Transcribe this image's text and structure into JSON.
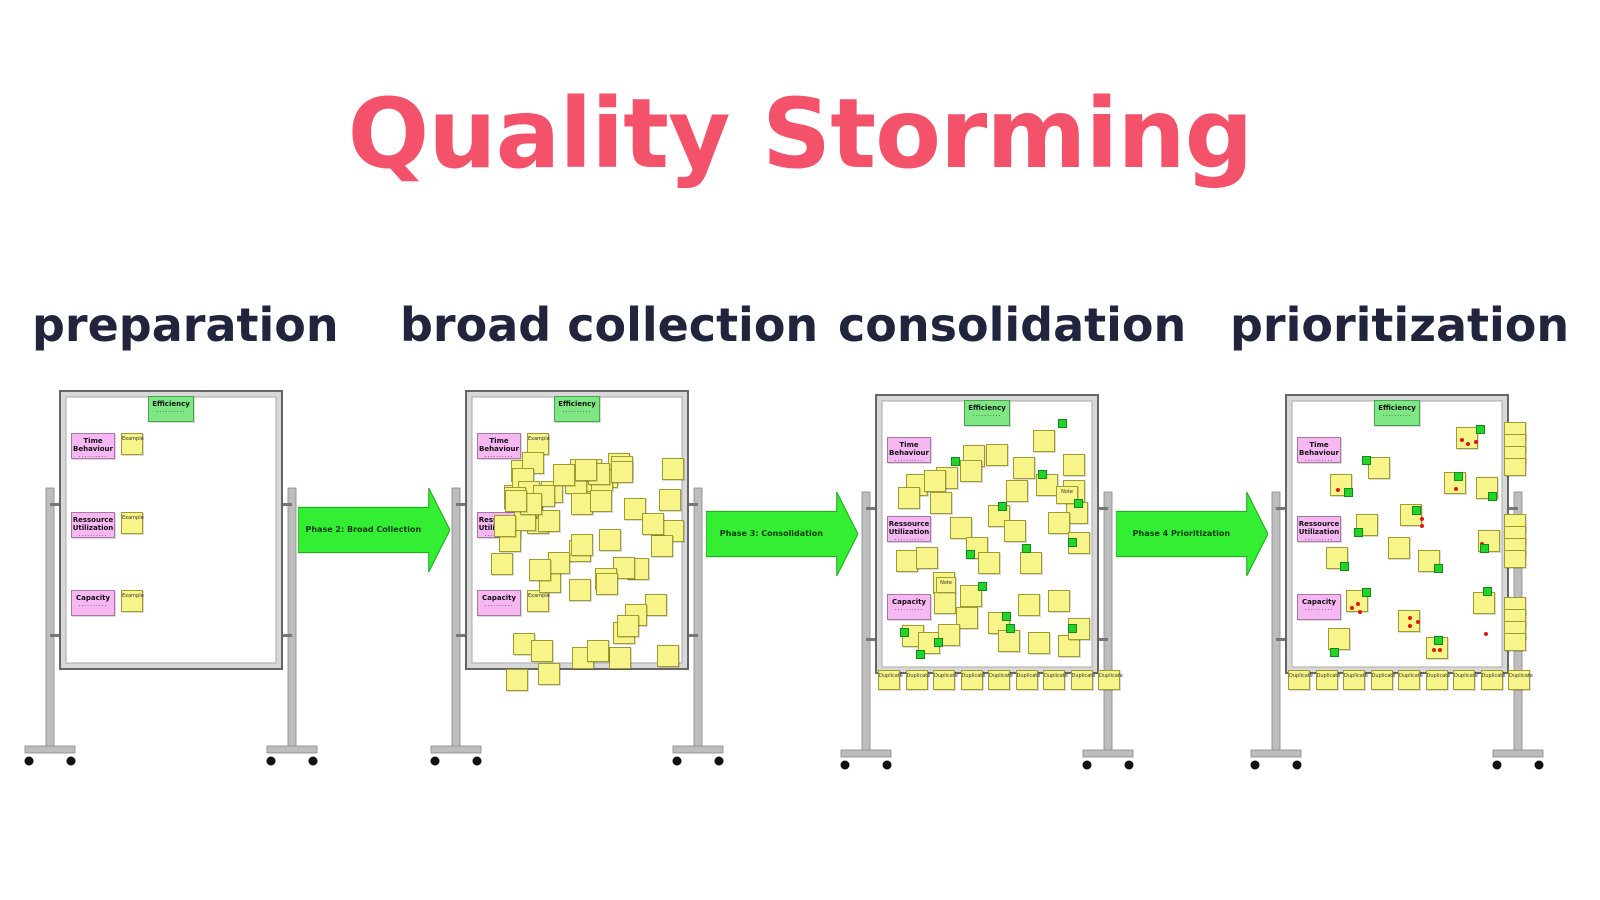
{
  "title": {
    "text": "Quality Storming",
    "color": "#f4526a"
  },
  "phases": [
    {
      "label": "preparation"
    },
    {
      "label": "broad collection"
    },
    {
      "label": "consolidation"
    },
    {
      "label": "prioritization"
    }
  ],
  "arrows": [
    {
      "label": "Phase 2: Broad Collection"
    },
    {
      "label": "Phase 3: Consolidation"
    },
    {
      "label": "Phase 4 Prioritization"
    }
  ],
  "board": {
    "header": "Efficiency",
    "categories": [
      "Time Behaviour",
      "Ressource Utilization",
      "Capacity"
    ],
    "example_label": "Example",
    "placeholder_dots": "..........",
    "duplicate_label": "Duplicate",
    "note_label": "Note"
  },
  "colors": {
    "phase_text": "#22233d",
    "sticky_yellow": "#f7f58a",
    "sticky_pink": "#f6b7f3",
    "sticky_green": "#7ee783",
    "arrow_green": "#33ee33",
    "stand_gray": "#bdbdbd"
  }
}
